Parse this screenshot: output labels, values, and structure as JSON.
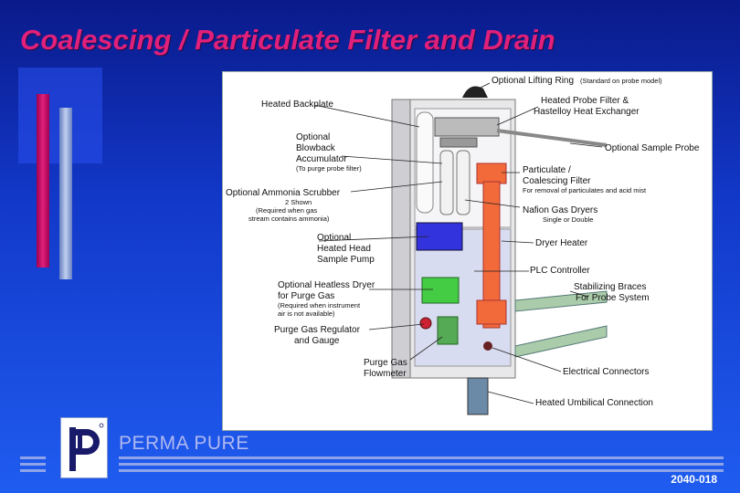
{
  "slide": {
    "title": "Coalescing / Particulate Filter and Drain",
    "brand": "PERMA PURE",
    "slide_code": "2040-018"
  },
  "colors": {
    "background": "#1238c8",
    "title": "#e0207a",
    "filter_orange": "#f26a3a",
    "pump_blue": "#3333dd",
    "dryer_green": "#44cc44"
  },
  "diagram": {
    "labels": {
      "lifting_ring": "Optional Lifting Ring",
      "lifting_ring_note": "(Standard on probe model)",
      "heated_backplate": "Heated Backplate",
      "heated_probe_filter": "Heated Probe Filter &",
      "hastelloy": "Hastelloy Heat Exchanger",
      "blowback_1": "Optional",
      "blowback_2": "Blowback",
      "blowback_3": "Accumulator",
      "blowback_note": "(To purge probe filter)",
      "sample_probe": "Optional Sample Probe",
      "particulate_1": "Particulate /",
      "particulate_2": "Coalescing Filter",
      "particulate_note": "For removal of particulates and acid mist",
      "ammonia": "Optional Ammonia Scrubber",
      "ammonia_note_1": "2 Shown",
      "ammonia_note_2": "(Required when gas",
      "ammonia_note_3": "stream contains ammonia)",
      "nafion": "Nafion Gas Dryers",
      "nafion_note": "Single or Double",
      "pump_1": "Optional",
      "pump_2": "Heated Head",
      "pump_3": "Sample Pump",
      "dryer_heater": "Dryer Heater",
      "plc": "PLC Controller",
      "heatless_1": "Optional Heatless Dryer",
      "heatless_2": "for Purge Gas",
      "heatless_note_1": "(Required when instrument",
      "heatless_note_2": "air is not available)",
      "braces_1": "Stabilizing Braces",
      "braces_2": "For Probe System",
      "regulator_1": "Purge Gas Regulator",
      "regulator_2": "and Gauge",
      "flowmeter_1": "Purge Gas",
      "flowmeter_2": "Flowmeter",
      "connectors": "Electrical Connectors",
      "umbilical": "Heated Umbilical Connection"
    }
  }
}
